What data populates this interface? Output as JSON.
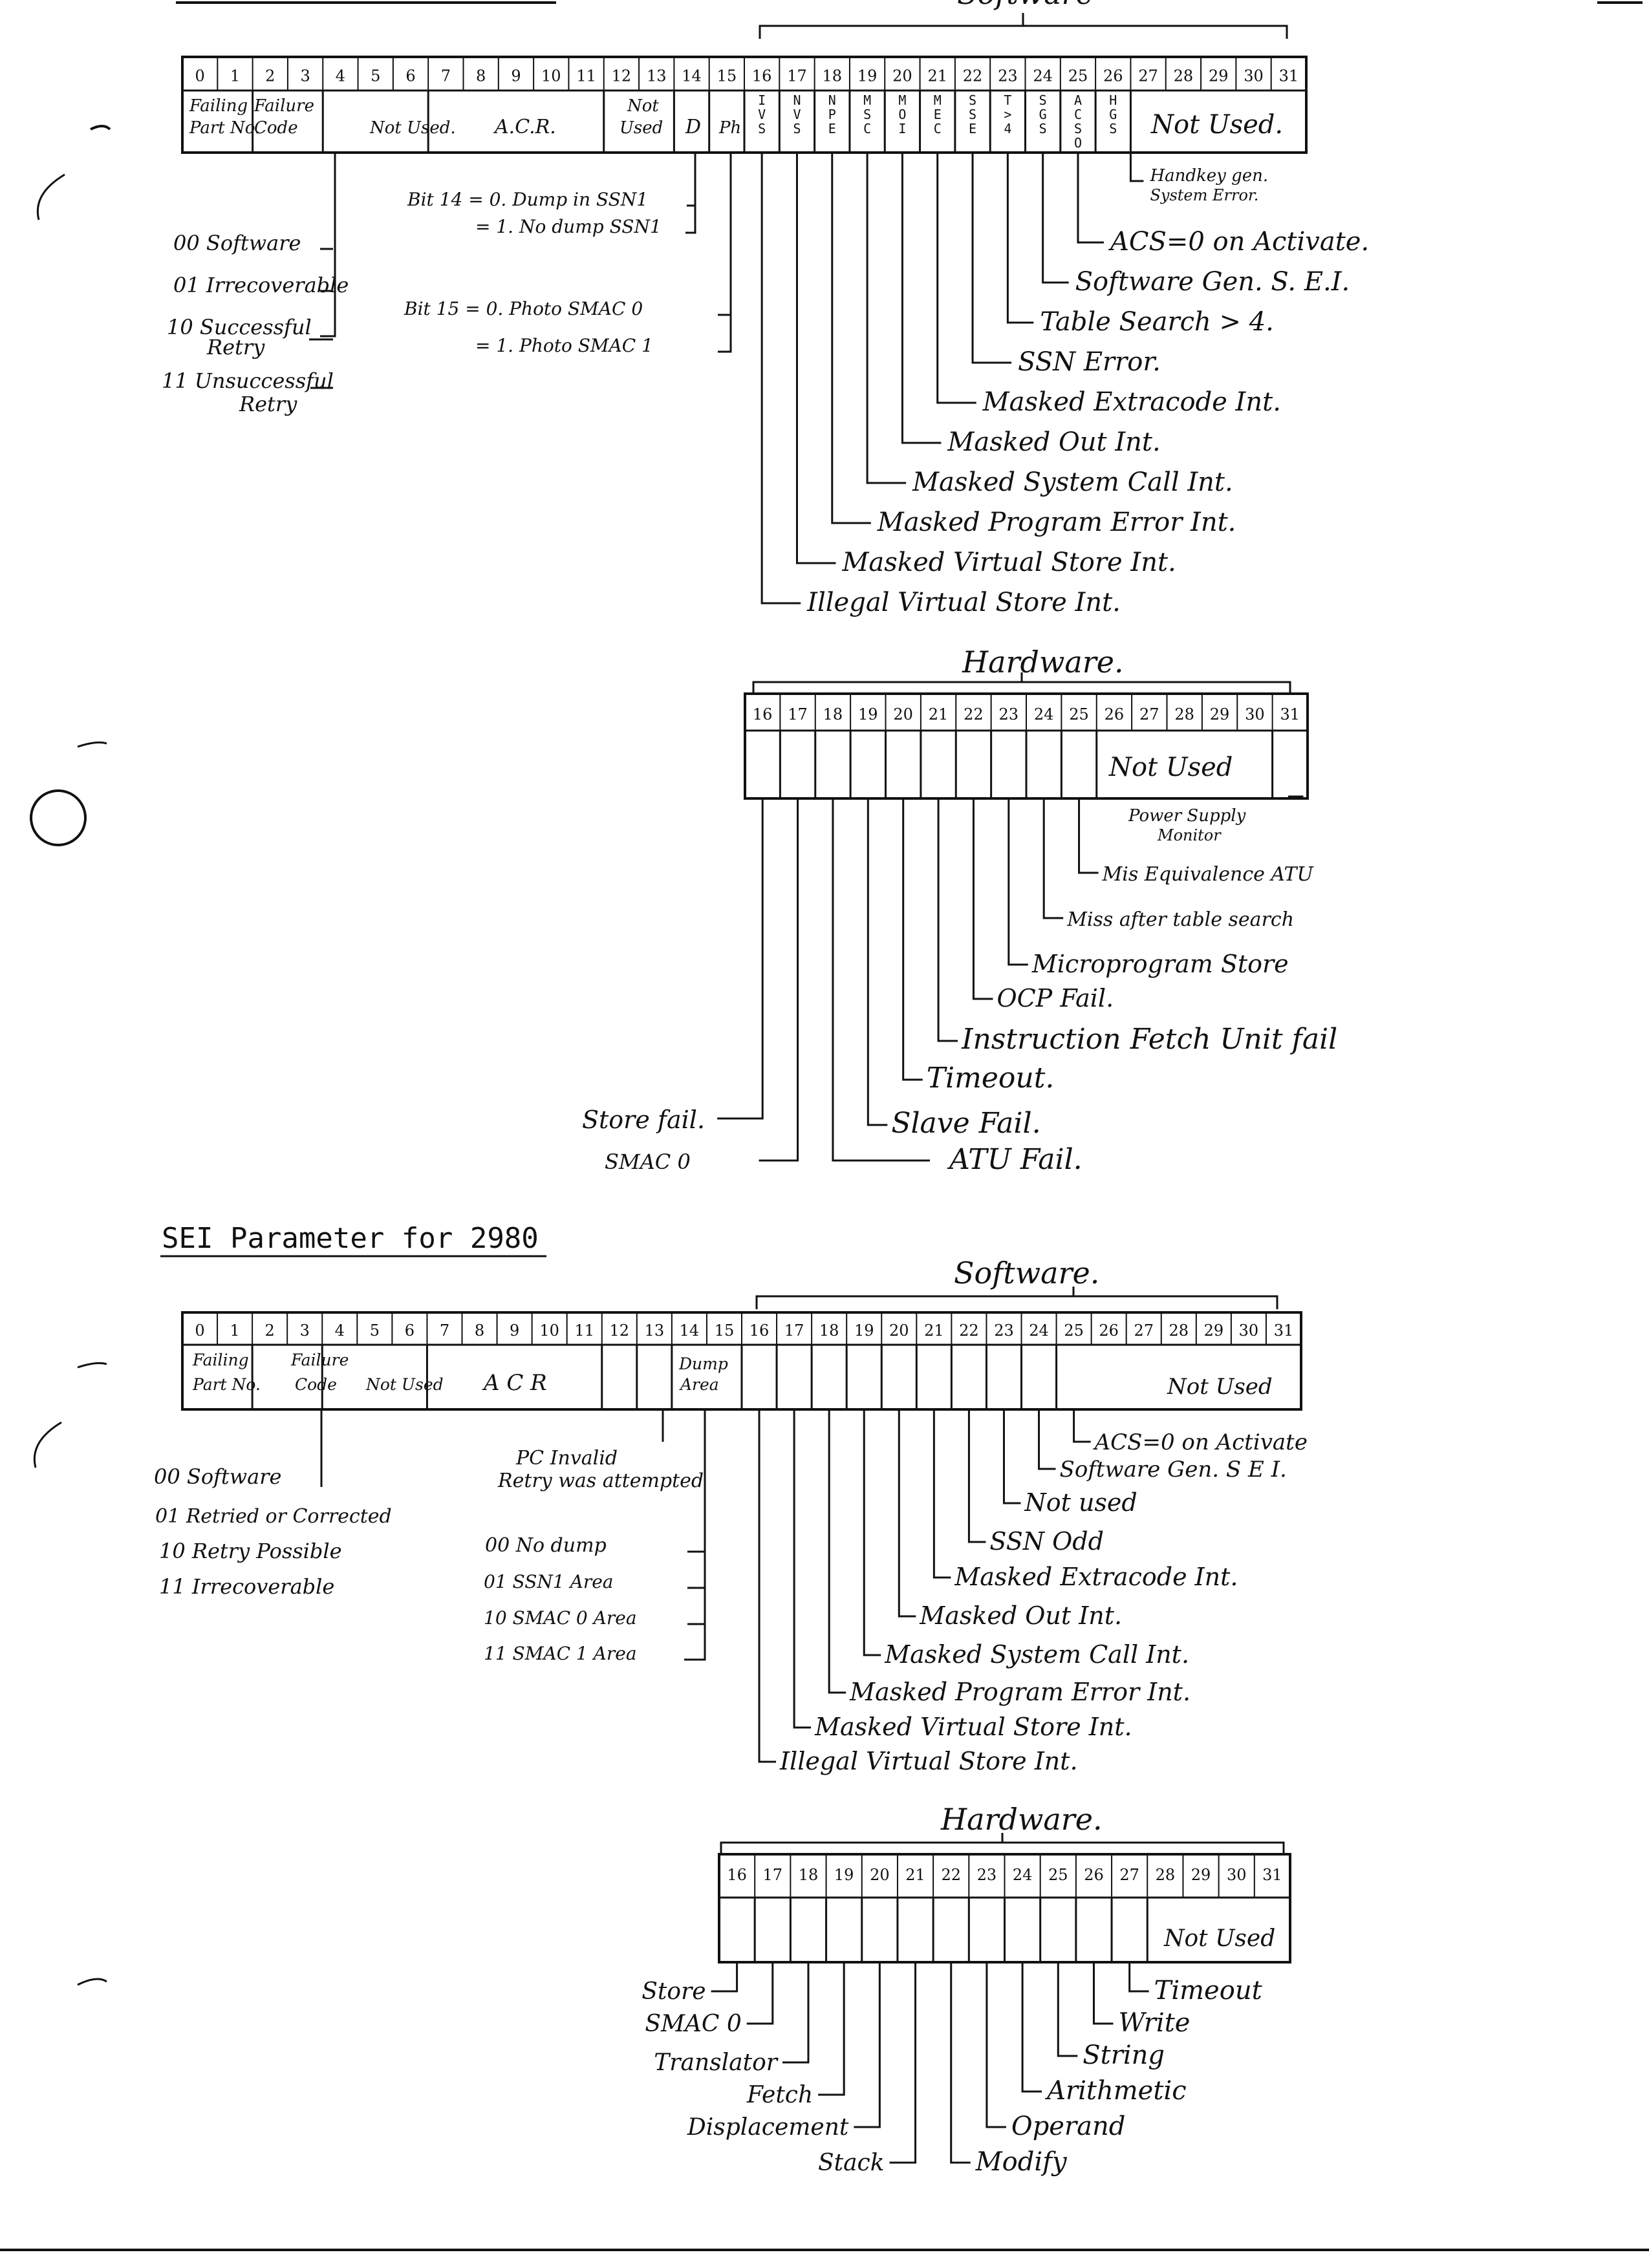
{
  "diagram1": {
    "software_heading": "Software",
    "hardware_heading": "Hardware.",
    "field_labels": [
      {
        "text": "Failing"
      },
      {
        "text": "Part No."
      },
      {
        "text": "Failure"
      },
      {
        "text": "Code"
      },
      {
        "text": "Not Used."
      },
      {
        "text": "A.C.R."
      },
      {
        "text": "Not"
      },
      {
        "text": "Used"
      },
      {
        "text": "D"
      },
      {
        "text": "Ph"
      },
      {
        "text": "Not Used."
      }
    ],
    "software_codes": [
      "00 Software",
      "01 Irrecoverable",
      "10 Successful",
      "Retry",
      "11 Unsuccessful",
      "Retry"
    ],
    "bit_notes": [
      {
        "text": "Bit 14   = 0. Dump in SSN1"
      },
      {
        "text": "= 1. No dump SSN1"
      },
      {
        "text": "Bit 15   = 0. Photo SMAC 0"
      },
      {
        "text": "= 1. Photo SMAC 1"
      }
    ],
    "software_callouts": [
      "Handkey gen.",
      "System Error.",
      "ACS=0 on Activate.",
      "Software Gen. S. E.I.",
      "Table Search > 4.",
      "SSN Error.",
      "Masked Extracode Int.",
      "Masked Out Int.",
      "Masked System Call Int.",
      "Masked Program Error Int.",
      "Masked Virtual Store Int.",
      "Illegal Virtual Store Int."
    ],
    "hardware_not_used": "Not Used",
    "hardware_callouts": [
      "Power Supply",
      "Monitor",
      "Mis Equivalence ATU",
      "Miss after table search",
      "Microprogram Store",
      "OCP Fail.",
      "Instruction Fetch Unit fail",
      "Timeout.",
      "Slave Fail.",
      "ATU Fail."
    ],
    "hardware_left_callouts": [
      "Store fail.",
      "SMAC 0"
    ]
  },
  "diagram2": {
    "title": "SEI Parameter for 2980",
    "software_heading": "Software.",
    "hardware_heading": "Hardware.",
    "field_labels": [
      {
        "text": "Failing"
      },
      {
        "text": "Part No."
      },
      {
        "text": "Failure"
      },
      {
        "text": "Code"
      },
      {
        "text": "Not Used"
      },
      {
        "text": "A C R"
      },
      {
        "text": "Dump"
      },
      {
        "text": "Area"
      },
      {
        "text": "Not Used"
      }
    ],
    "failure_codes": [
      "00 Software",
      "01 Retried or Corrected",
      "10 Retry Possible",
      "11 Irrecoverable"
    ],
    "pc_note": [
      "PC Invalid",
      "Retry was attempted"
    ],
    "dump_codes": [
      "00  No dump",
      "01  SSN1 Area",
      "10  SMAC 0 Area",
      "11  SMAC 1 Area"
    ],
    "software_callouts": [
      "ACS=0 on Activate",
      "Software Gen. S E I.",
      "Not used",
      "SSN Odd",
      "Masked Extracode Int.",
      "Masked Out Int.",
      "Masked System Call Int.",
      "Masked Program Error Int.",
      "Masked Virtual Store Int.",
      "Illegal Virtual Store Int."
    ],
    "hardware_not_used": "Not Used",
    "hardware_right_callouts": [
      "Timeout",
      "Write",
      "String",
      "Arithmetic",
      "Operand",
      "Modify"
    ],
    "hardware_left_callouts": [
      "Store",
      "SMAC 0",
      "Translator",
      "Fetch",
      "Displacement",
      "Stack"
    ]
  }
}
